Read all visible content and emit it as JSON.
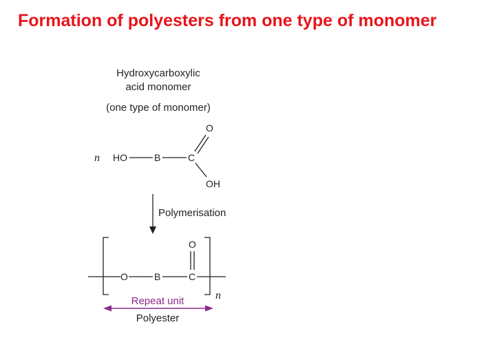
{
  "slide": {
    "title": "Formation of polyesters from one type of monomer"
  },
  "diagram": {
    "monomer_label_line1": "Hydroxycarboxylic",
    "monomer_label_line2": "acid monomer",
    "monomer_note": "(one type of monomer)",
    "n_coefficient": "n",
    "atom_ho": "HO",
    "atom_b": "B",
    "atom_c": "C",
    "atom_o": "O",
    "atom_oh": "OH",
    "arrow_label": "Polymerisation",
    "subscript_n": "n",
    "repeat_unit_label": "Repeat unit",
    "polyester_label": "Polyester",
    "colors": {
      "title": "#e8141b",
      "repeat_unit": "#8e2a8e",
      "ink": "#231f20"
    }
  }
}
